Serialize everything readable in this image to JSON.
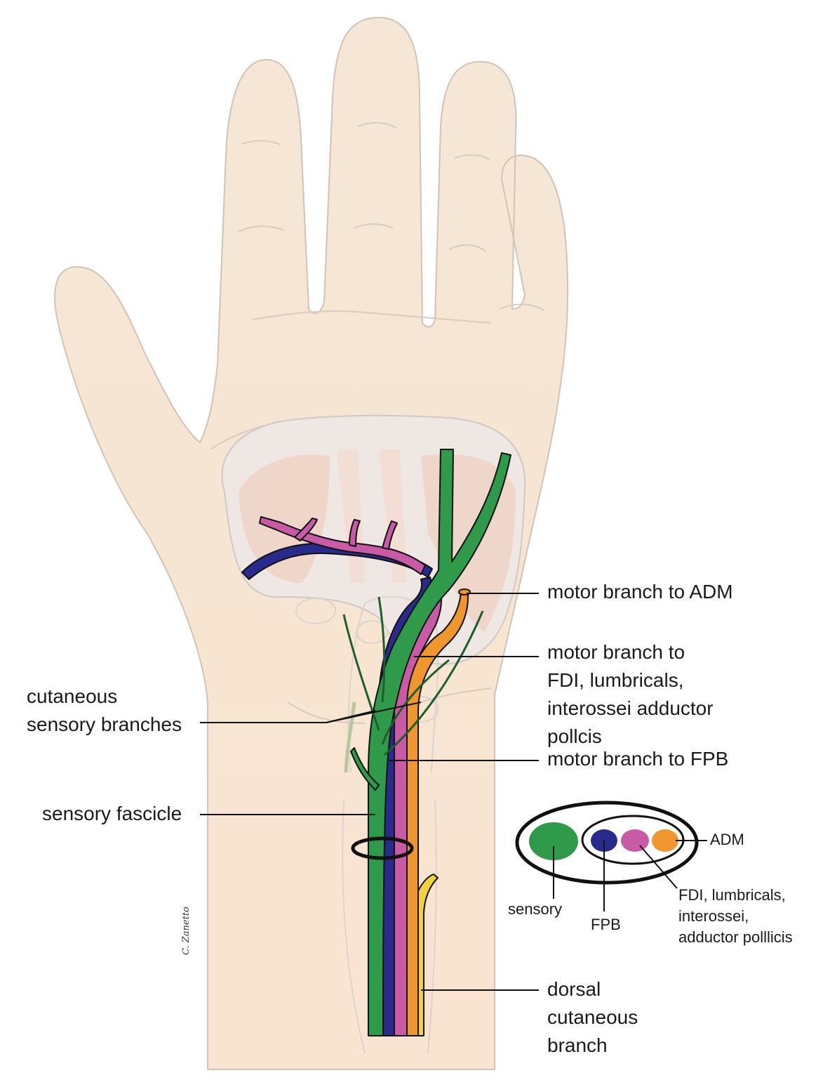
{
  "labels": {
    "motor_adm": "motor branch to ADM",
    "motor_fdi": [
      "motor branch to",
      "FDI, lumbricals,",
      "interossei adductor",
      "pollcis"
    ],
    "motor_fpb": "motor branch to FPB",
    "cutaneous": [
      "cutaneous",
      "sensory branches"
    ],
    "sensory_fascicle": "sensory fascicle",
    "dorsal": [
      "dorsal",
      "cutaneous",
      "branch"
    ]
  },
  "cross_section": {
    "adm": "ADM",
    "sensory": "sensory",
    "fpb": "FPB",
    "fdi": [
      "FDI, lumbricals,",
      "interossei,",
      "adductor polllicis"
    ]
  },
  "signature": "C. Zanetto",
  "colors": {
    "sensory": "#2e9a4a",
    "fpb": "#2a2a8c",
    "fdi": "#c85aa6",
    "adm": "#f0962e",
    "dorsal": "#f2d23c",
    "skin": "#f6e6d4"
  }
}
